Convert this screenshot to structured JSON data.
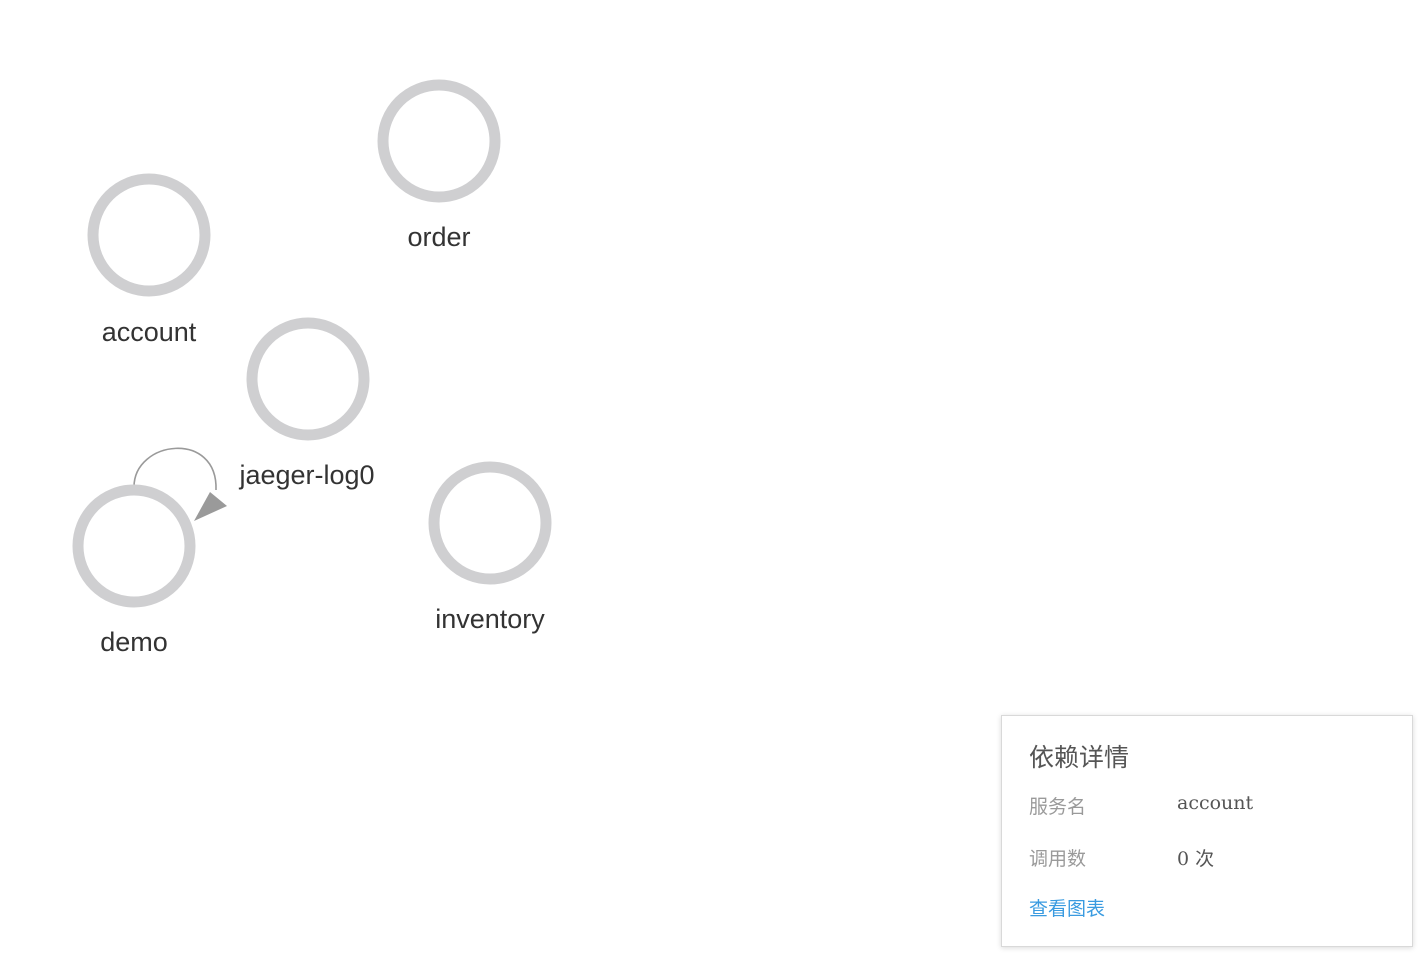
{
  "graph": {
    "nodes": [
      {
        "id": "order",
        "label": "order"
      },
      {
        "id": "account",
        "label": "account"
      },
      {
        "id": "jaeger-log0",
        "label": "jaeger-log0"
      },
      {
        "id": "demo",
        "label": "demo"
      },
      {
        "id": "inventory",
        "label": "inventory"
      }
    ],
    "edges": [
      {
        "from": "demo",
        "to": "demo",
        "type": "self-loop"
      }
    ],
    "colors": {
      "node_stroke": "#cfcfd1",
      "edge": "#9a9a9a",
      "label": "#333333"
    }
  },
  "detail_panel": {
    "title": "依赖详情",
    "service_label": "服务名",
    "service_value": "account",
    "calls_label": "调用数",
    "calls_value": "0 次",
    "link_label": "查看图表",
    "link_color": "#3a9be0"
  }
}
